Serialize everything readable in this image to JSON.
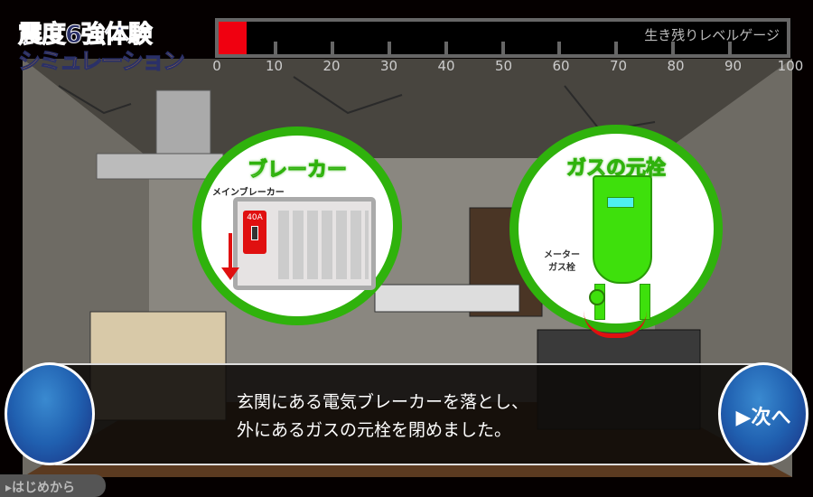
{
  "logo": {
    "line1": "震度6強体験",
    "line2": "シミュレーション"
  },
  "gauge": {
    "title": "生き残りレベルゲージ",
    "value": 5,
    "max": 100,
    "fill_color": "#f00010",
    "ticks": [
      "0",
      "10",
      "20",
      "30",
      "40",
      "50",
      "60",
      "70",
      "80",
      "90",
      "100"
    ]
  },
  "breaker": {
    "title": "ブレーカー",
    "label": "メインブレーカー",
    "amp": "40A"
  },
  "gas": {
    "title": "ガスの元栓",
    "label_line1": "メーター",
    "label_line2": "ガス栓"
  },
  "dialog": {
    "line1": "玄関にある電気ブレーカーを落とし、",
    "line2": "外にあるガスの元栓を閉めました。"
  },
  "buttons": {
    "next": "▶次へ",
    "restart": "▸はじめから"
  },
  "icons": {
    "arrow_down": "down-arrow-icon",
    "rotate": "rotate-arrow-icon"
  }
}
